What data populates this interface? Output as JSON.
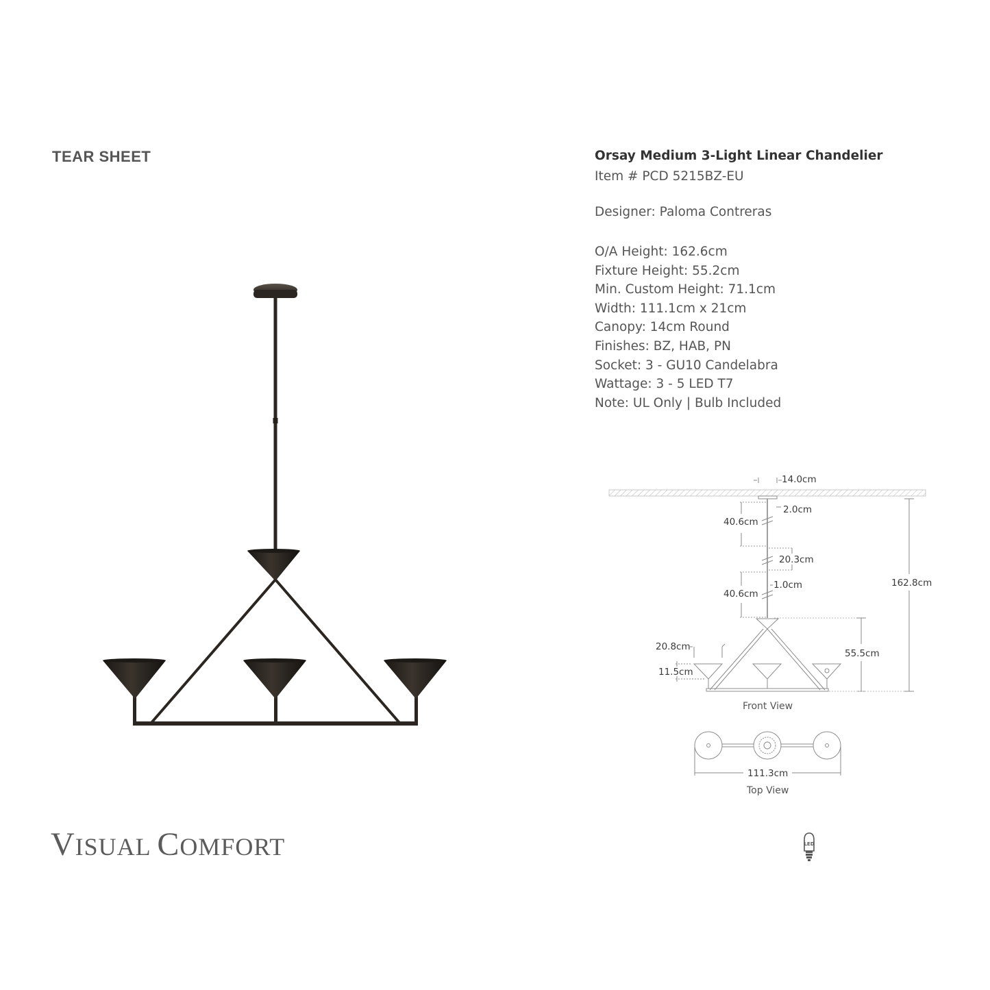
{
  "header": {
    "tear_sheet": "TEAR SHEET"
  },
  "product": {
    "title": "Orsay Medium 3-Light Linear Chandelier",
    "item_number": "Item # PCD 5215BZ-EU",
    "designer": "Designer: Paloma Contreras",
    "specs": [
      "O/A Height: 162.6cm",
      "Fixture Height: 55.2cm",
      "Min. Custom Height: 71.1cm",
      "Width: 111.1cm x 21cm",
      "Canopy: 14cm Round",
      "Finishes: BZ, HAB, PN",
      "Socket: 3 - GU10 Candelabra",
      "Wattage: 3 - 5 LED T7",
      "Note: UL Only | Bulb Included"
    ]
  },
  "diagram": {
    "canopy_width": "14.0cm",
    "canopy_height": "2.0cm",
    "rod_upper": "40.6cm",
    "rod_mid": "20.3cm",
    "rod_lower": "40.6cm",
    "rod_gap": "1.0cm",
    "overall_height": "162.8cm",
    "fixture_height": "55.5cm",
    "shade_width": "20.8cm",
    "shade_height": "11.5cm",
    "front_view_label": "Front View",
    "overall_width": "111.3cm",
    "top_view_label": "Top View"
  },
  "brand": {
    "name_first_initial": "V",
    "name_first_rest": "ISUAL",
    "name_second_initial": "C",
    "name_second_rest": "OMFORT"
  },
  "led_badge": "LED",
  "colors": {
    "text": "#555555",
    "fixture_bronze": "#2b2621",
    "diagram_line": "#9a9a9a"
  }
}
